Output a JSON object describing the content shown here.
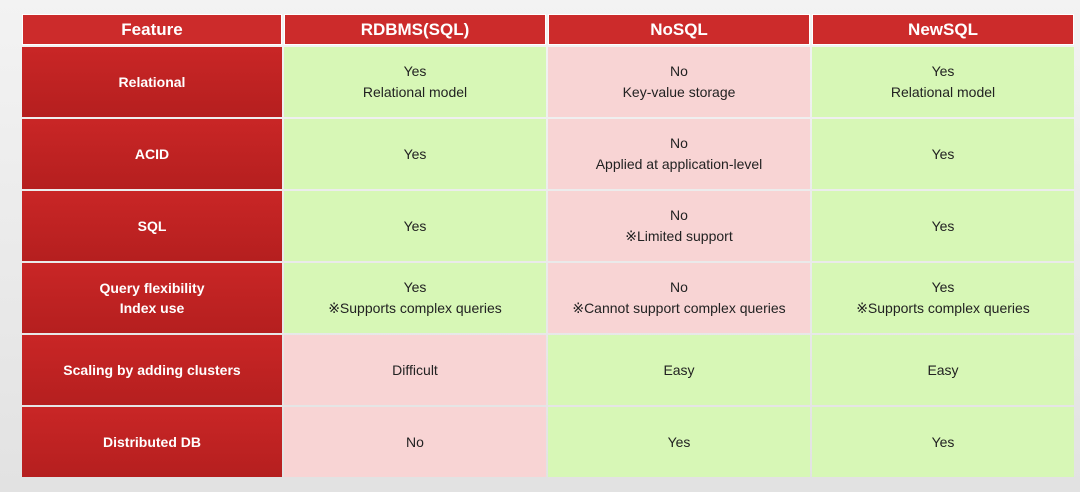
{
  "colors": {
    "header": "#cc2b2b",
    "feature_column": "#b51f1f",
    "positive_cell": "#d7f7b6",
    "negative_cell": "#f8d4d4"
  },
  "table": {
    "headers": [
      "Feature",
      "RDBMS(SQL)",
      "NoSQL",
      "NewSQL"
    ],
    "rows": [
      {
        "feature": [
          "Relational"
        ],
        "cells": [
          {
            "lines": [
              "Yes",
              "Relational model"
            ],
            "tone": "good"
          },
          {
            "lines": [
              "No",
              "Key-value storage"
            ],
            "tone": "bad"
          },
          {
            "lines": [
              "Yes",
              "Relational model"
            ],
            "tone": "good"
          }
        ]
      },
      {
        "feature": [
          "ACID"
        ],
        "cells": [
          {
            "lines": [
              "Yes"
            ],
            "tone": "good"
          },
          {
            "lines": [
              "No",
              "Applied at application-level"
            ],
            "tone": "bad"
          },
          {
            "lines": [
              "Yes"
            ],
            "tone": "good"
          }
        ]
      },
      {
        "feature": [
          "SQL"
        ],
        "cells": [
          {
            "lines": [
              "Yes"
            ],
            "tone": "good"
          },
          {
            "lines": [
              "No",
              "※Limited support"
            ],
            "tone": "bad"
          },
          {
            "lines": [
              "Yes"
            ],
            "tone": "good"
          }
        ]
      },
      {
        "feature": [
          "Query flexibility",
          "Index use"
        ],
        "cells": [
          {
            "lines": [
              "Yes",
              "※Supports complex queries"
            ],
            "tone": "good"
          },
          {
            "lines": [
              "No",
              "※Cannot support complex queries"
            ],
            "tone": "bad"
          },
          {
            "lines": [
              "Yes",
              "※Supports complex queries"
            ],
            "tone": "good"
          }
        ]
      },
      {
        "feature": [
          "Scaling by adding clusters"
        ],
        "cells": [
          {
            "lines": [
              "Difficult"
            ],
            "tone": "bad"
          },
          {
            "lines": [
              "Easy"
            ],
            "tone": "good"
          },
          {
            "lines": [
              "Easy"
            ],
            "tone": "good"
          }
        ]
      },
      {
        "feature": [
          "Distributed DB"
        ],
        "cells": [
          {
            "lines": [
              "No"
            ],
            "tone": "bad"
          },
          {
            "lines": [
              "Yes"
            ],
            "tone": "good"
          },
          {
            "lines": [
              "Yes"
            ],
            "tone": "good"
          }
        ]
      }
    ]
  }
}
